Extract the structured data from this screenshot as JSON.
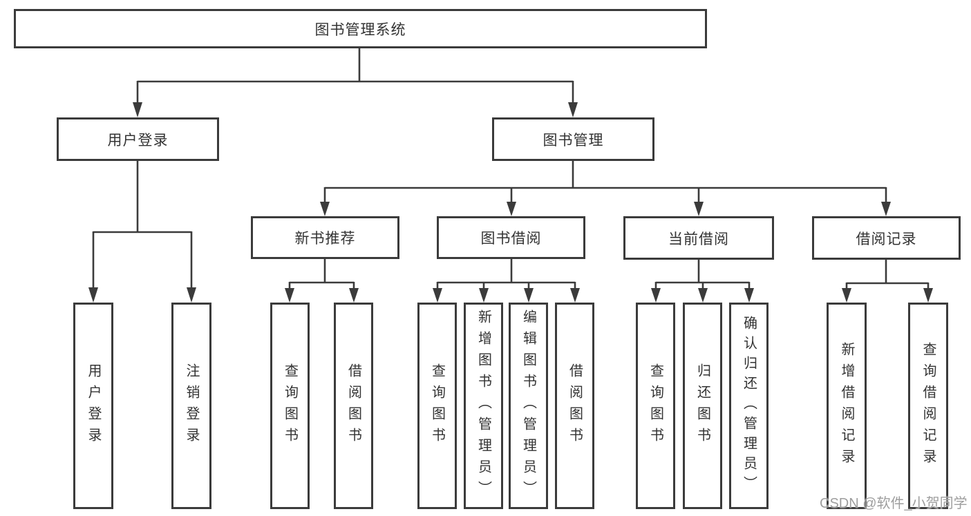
{
  "diagram_type": "hierarchy-tree",
  "colors": {
    "line": "#3b3b3b",
    "box_border": "#3b3b3b",
    "box_fill": "#ffffff",
    "text": "#333333",
    "watermark_text_color": "#9e9e9e",
    "background": "#ffffff"
  },
  "tree": {
    "label": "图书管理系统",
    "children": [
      {
        "label": "用户登录",
        "children": [
          {
            "label": "用户登录"
          },
          {
            "label": "注销登录"
          }
        ]
      },
      {
        "label": "图书管理",
        "children": [
          {
            "label": "新书推荐",
            "children": [
              {
                "label": "查询图书"
              },
              {
                "label": "借阅图书"
              }
            ]
          },
          {
            "label": "图书借阅",
            "children": [
              {
                "label": "查询图书"
              },
              {
                "label": "新增图书（管理员）"
              },
              {
                "label": "编辑图书（管理员）"
              },
              {
                "label": "借阅图书"
              }
            ]
          },
          {
            "label": "当前借阅",
            "children": [
              {
                "label": "查询图书"
              },
              {
                "label": "归还图书"
              },
              {
                "label": "确认归还（管理员）"
              }
            ]
          },
          {
            "label": "借阅记录",
            "children": [
              {
                "label": "新增借阅记录"
              },
              {
                "label": "查询借阅记录"
              }
            ]
          }
        ]
      }
    ]
  },
  "watermark": {
    "text": "CSDN @软件_小贺同学"
  }
}
